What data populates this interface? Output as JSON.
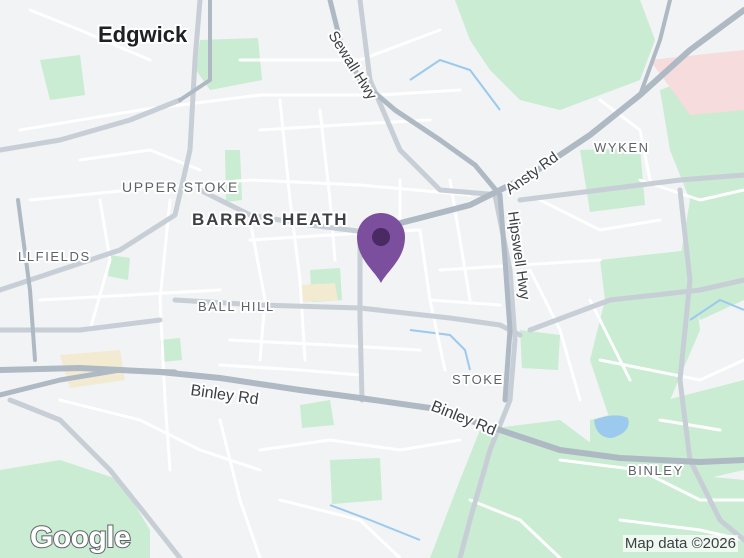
{
  "map": {
    "place_labels": {
      "edgwick": "Edgwick",
      "upper_stoke": "UPPER STOKE",
      "barras_heath": "BARRAS HEATH",
      "hillfields": "LLFIELDS",
      "wyken": "WYKEN",
      "ball_hill": "BALL HILL",
      "stoke": "STOKE",
      "binley": "BINLEY"
    },
    "road_labels": {
      "sewall_hwy": "Sewall Hwy",
      "ansty_rd": "Ansty Rd",
      "hipswell_hwy": "Hipswell Hwy",
      "binley_rd_west": "Binley Rd",
      "binley_rd_east": "Binley Rd"
    },
    "marker": {
      "icon": "map-pin-icon",
      "color": "#7b4f9e"
    },
    "logo": "Google",
    "attribution": "Map data ©2026",
    "colors": {
      "land": "#f1f3f4",
      "park": "#c9ecd2",
      "water": "#9cc9ee",
      "highway": "#aeb9c4"
    }
  }
}
